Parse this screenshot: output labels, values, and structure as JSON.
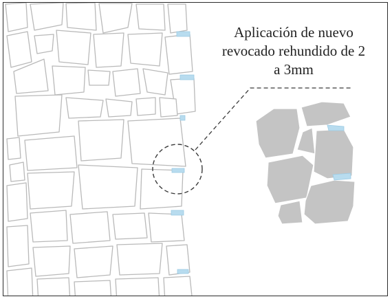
{
  "annotation": {
    "lines": [
      "Aplicación de nuevo",
      "revocado rehundido de 2",
      "a 3mm"
    ]
  },
  "colors": {
    "stone_outline": "#b9b9b9",
    "stone_fill": "#ffffff",
    "detail_stone_fill": "#c4c4c4",
    "joint_fill": "#b8dcef",
    "frame": "#2b2b2b",
    "leader": "#3a3a3a"
  }
}
